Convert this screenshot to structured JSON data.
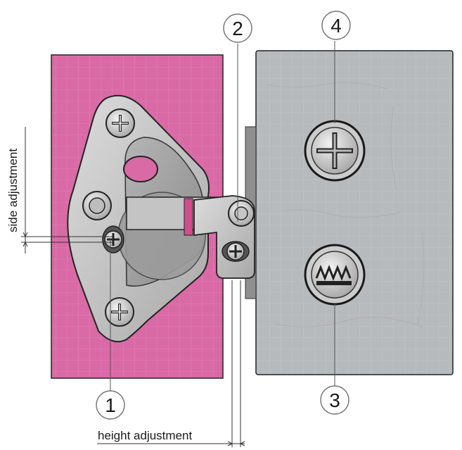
{
  "callouts": {
    "c1": "1",
    "c2": "2",
    "c3": "3",
    "c4": "4"
  },
  "labels": {
    "side_adjustment": "side adjustment",
    "height_adjustment": "height adjustment"
  },
  "colors": {
    "door_panel": "#d96aa5",
    "cabinet_panel": "#b9bcbe",
    "hinge_metal": "#c8c8c8",
    "outline": "#222222"
  }
}
